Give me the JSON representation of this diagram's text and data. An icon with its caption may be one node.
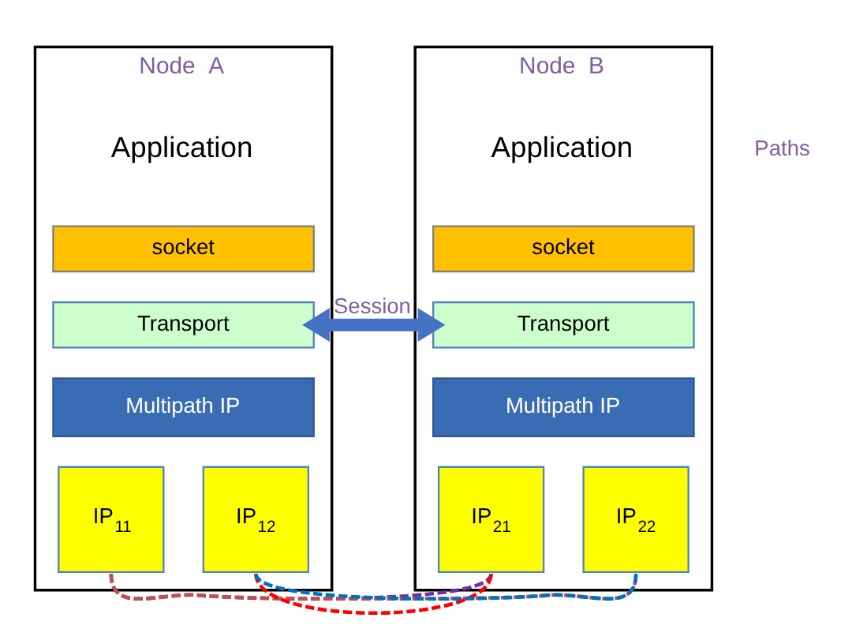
{
  "diagram": {
    "nodes": [
      {
        "text": [
          "Node  A"
        ]
      },
      {
        "text": [
          "Application"
        ],
        "in": 0
      },
      {
        "text": [
          "socket"
        ],
        "in": 0
      },
      {
        "text": [
          "Transport"
        ],
        "in": 0
      },
      {
        "text": [
          "Multipath IP"
        ],
        "in": 0
      },
      {
        "text": [
          "IP$_{11}$"
        ],
        "in": 0
      },
      {
        "text": [
          "IP$_{12}$"
        ],
        "in": 0
      },
      {
        "text": [
          "Node  B"
        ]
      },
      {
        "text": [
          "Application"
        ],
        "in": 7
      },
      {
        "text": [
          "socket"
        ],
        "in": 7
      },
      {
        "text": [
          "Transport"
        ],
        "in": 7
      },
      {
        "text": [
          "Multipath IP"
        ],
        "in": 7
      },
      {
        "text": [
          "IP$_{21}$"
        ],
        "in": 7
      },
      {
        "text": [
          "IP$_{22}$"
        ],
        "in": 7
      }
    ],
    "edges": [
      {
        "from": 3,
        "to": 10,
        "arrow": "both",
        "label": "Session",
        "style": "thick",
        "color": "#4472c4"
      },
      {
        "from": 6,
        "to": 12,
        "arrow": "none",
        "style": "dashed",
        "color": "#ff0000"
      },
      {
        "from": 5,
        "to": 12,
        "arrow": "none",
        "style": "dashed",
        "color": "#7030a0"
      },
      {
        "from": 6,
        "to": 13,
        "arrow": "none",
        "style": "dashed",
        "color": "#0070c0"
      },
      {
        "from": 5,
        "to": 13,
        "arrow": "none",
        "style": "dashed",
        "color": "#c0504d"
      }
    ],
    "labels": [
      "Paths"
    ]
  }
}
